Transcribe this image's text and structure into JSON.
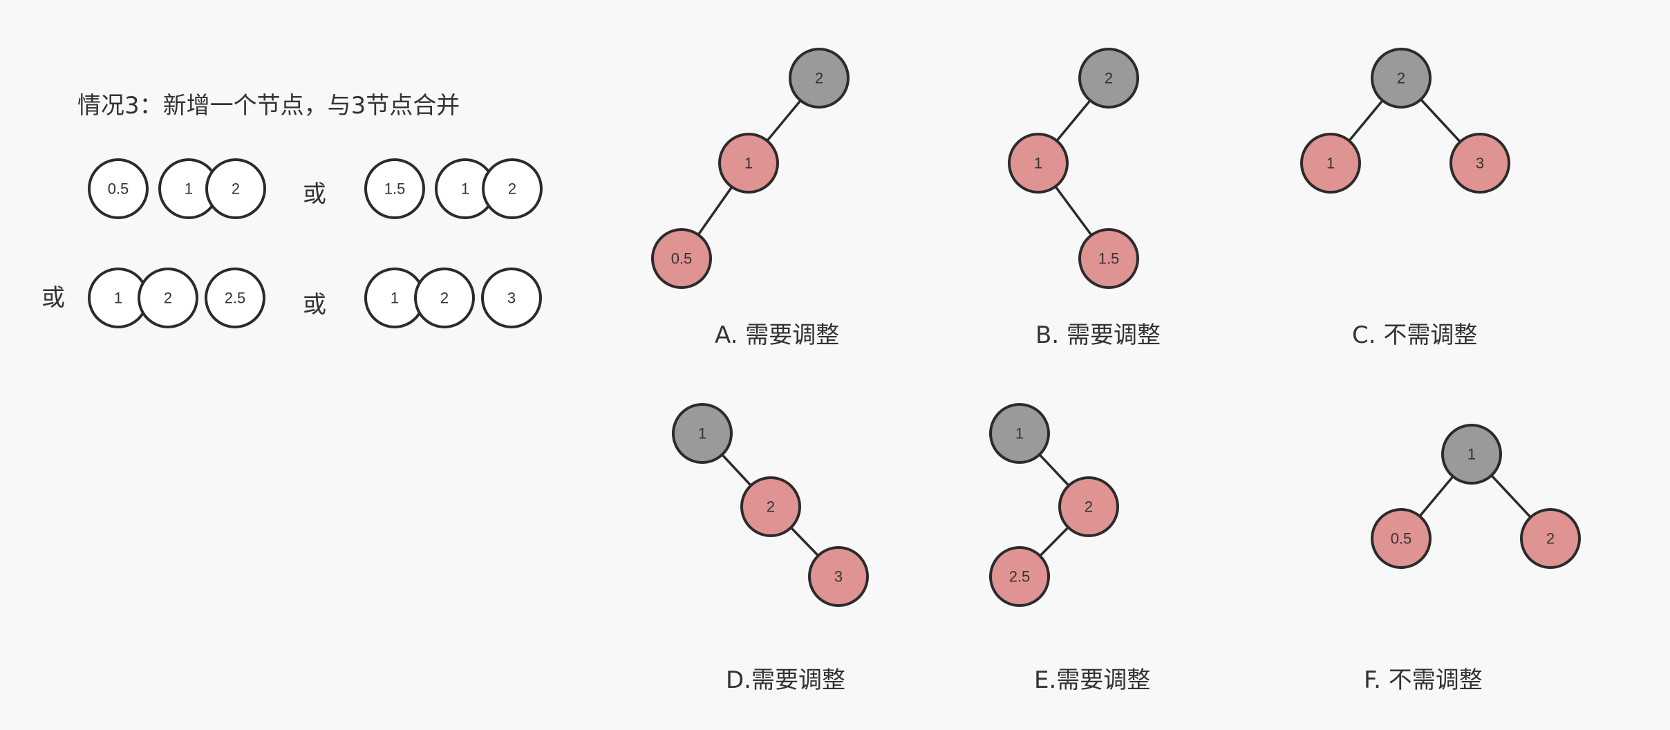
{
  "title": "情况3：新增一个节点，与3节点合并",
  "combos": [
    {
      "prefix": "",
      "single": "0.5",
      "pair": [
        "1",
        "2"
      ],
      "single_position": "left"
    },
    {
      "prefix": "或",
      "single": "1.5",
      "pair": [
        "1",
        "2"
      ],
      "single_position": "left"
    },
    {
      "prefix": "或",
      "single": "2.5",
      "pair": [
        "1",
        "2"
      ],
      "single_position": "right"
    },
    {
      "prefix": "或",
      "single": "3",
      "pair": [
        "1",
        "2"
      ],
      "single_position": "right"
    }
  ],
  "colors": {
    "black_node": "#9a9a9a",
    "red_node": "#e09393",
    "empty_node": "#ffffff",
    "edge": "#2b2b2b",
    "background": "#f8f8f8"
  },
  "trees": [
    {
      "caption": "A. 需要调整",
      "shape": "left-left",
      "nodes": [
        {
          "label": "2",
          "color": "black"
        },
        {
          "label": "1",
          "color": "red"
        },
        {
          "label": "0.5",
          "color": "red"
        }
      ]
    },
    {
      "caption": "B. 需要调整",
      "shape": "left-right",
      "nodes": [
        {
          "label": "2",
          "color": "black"
        },
        {
          "label": "1",
          "color": "red"
        },
        {
          "label": "1.5",
          "color": "red"
        }
      ]
    },
    {
      "caption": "C. 不需调整",
      "shape": "balanced",
      "nodes": [
        {
          "label": "2",
          "color": "black"
        },
        {
          "label": "1",
          "color": "red"
        },
        {
          "label": "3",
          "color": "red"
        }
      ]
    },
    {
      "caption": "D.需要调整",
      "shape": "right-right",
      "nodes": [
        {
          "label": "1",
          "color": "black"
        },
        {
          "label": "2",
          "color": "red"
        },
        {
          "label": "3",
          "color": "red"
        }
      ]
    },
    {
      "caption": "E.需要调整",
      "shape": "right-left",
      "nodes": [
        {
          "label": "1",
          "color": "black"
        },
        {
          "label": "2",
          "color": "red"
        },
        {
          "label": "2.5",
          "color": "red"
        }
      ]
    },
    {
      "caption": "F. 不需调整",
      "shape": "balanced",
      "nodes": [
        {
          "label": "1",
          "color": "black"
        },
        {
          "label": "0.5",
          "color": "red"
        },
        {
          "label": "2",
          "color": "red"
        }
      ]
    }
  ]
}
